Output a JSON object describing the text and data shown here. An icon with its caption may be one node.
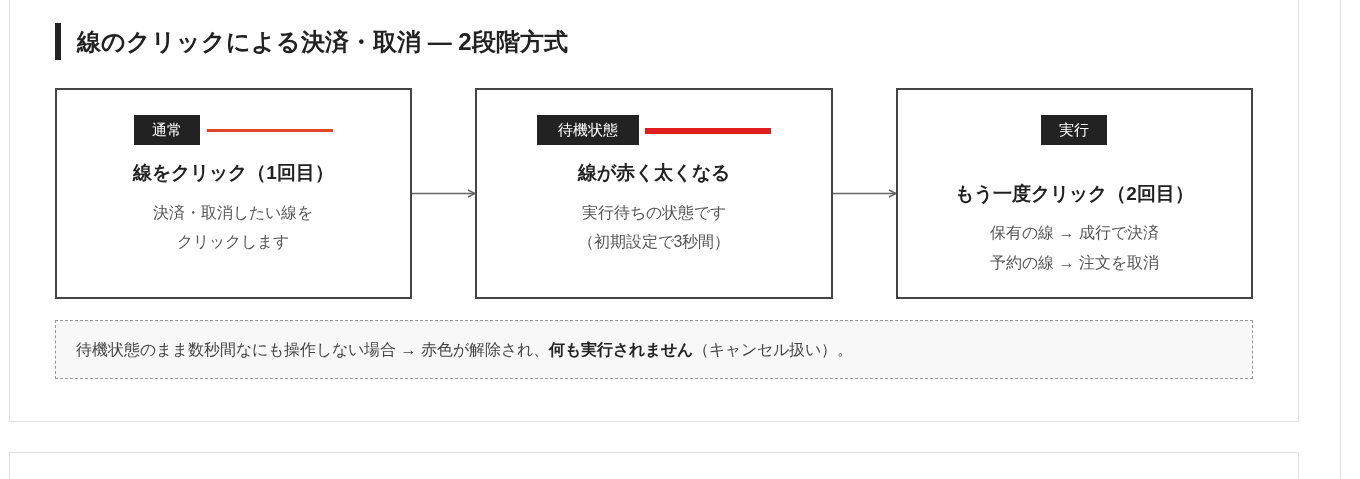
{
  "diagram": {
    "title": "線のクリックによる決済・取消 — 2段階方式",
    "nodes": [
      {
        "text": [
          "線をクリック（1回目）",
          "決済・取消したい線をクリックします"
        ]
      },
      {
        "text": [
          "通常"
        ],
        "in": 0
      },
      {
        "text": [
          "線が赤く太くなる",
          "実行待ちの状態です",
          "（初期設定で3秒間）"
        ]
      },
      {
        "text": [
          "待機状態"
        ],
        "in": 2
      },
      {
        "text": [
          "もう一度クリック（2回目）",
          "保有の線 → 成行で決済",
          "予約の線 → 注文を取消"
        ]
      },
      {
        "text": [
          "実行"
        ],
        "in": 4
      },
      {
        "text": [
          "待機状態のまま数秒間なにも操作しない場合 → 赤色が解除され、**何も実行されません**（キャンセル扱い）。"
        ]
      }
    ],
    "edges": [
      {
        "from": 0,
        "to": 2,
        "arrow": "to"
      },
      {
        "from": 2,
        "to": 4,
        "arrow": "to"
      }
    ]
  }
}
